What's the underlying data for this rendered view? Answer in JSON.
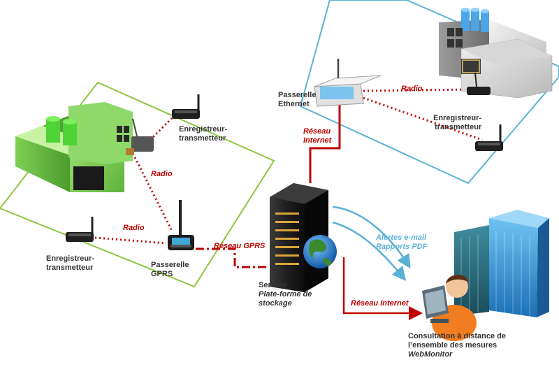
{
  "labels": {
    "logger_top_left": [
      "Enregistreur-",
      "transmetteur"
    ],
    "logger_left": [
      "Enregistreur-",
      "transmetteur"
    ],
    "logger_right": [
      "Enregistreur-",
      "transmetteur"
    ],
    "gateway_gprs": [
      "Passerelle",
      "GPRS"
    ],
    "gateway_ethernet": [
      "Passerelle",
      "Ethernet"
    ],
    "radio_left_vertical": "Radio",
    "radio_left_horizontal": "Radio",
    "radio_right": "Radio",
    "network_internet_top": [
      "Réseau",
      "Internet"
    ],
    "network_gprs": "Réseau GPRS",
    "network_internet_bottom": "Réseau Internet",
    "alerts": [
      "Alertes e-mail",
      "Rapports PDF"
    ],
    "server": [
      "Serveur",
      "Plate-forme de",
      "stockage"
    ],
    "consultation": [
      "Consultation à distance de",
      "l’ensemble des mesures",
      "WebMonitor"
    ]
  },
  "colors": {
    "radio_link": "#c00000",
    "network_link": "#c00000",
    "site_left_outline": "#8cc63f",
    "site_right_outline": "#5ab1d6",
    "alert_arrows": "#5ab1d6"
  },
  "icons": [
    "factory-green",
    "factory-grey",
    "server-rack",
    "globe",
    "office-building",
    "user-at-computer",
    "data-logger",
    "gateway-gprs",
    "gateway-ethernet"
  ]
}
